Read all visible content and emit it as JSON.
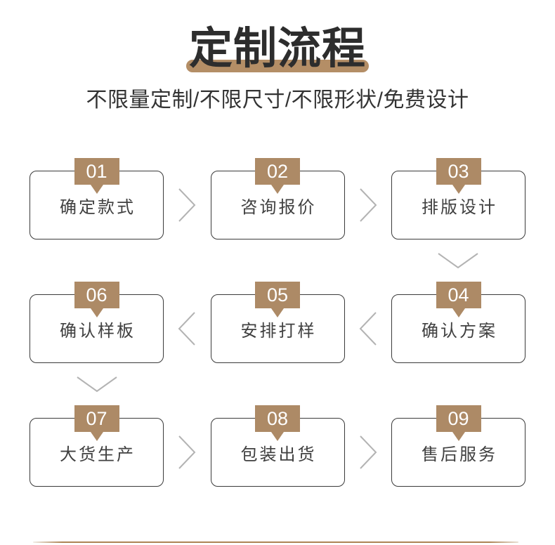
{
  "header": {
    "title": "定制流程",
    "subtitle": "不限量定制/不限尺寸/不限形状/免费设计"
  },
  "colors": {
    "title_text": "#2d2d2d",
    "title_underline": "#b48e66",
    "badge_background": "#ad8a66",
    "badge_text": "#ffffff",
    "card_border": "#3a3a3a",
    "card_text": "#404040",
    "chevron": "#b3b3b3",
    "bottom_divider": "#ad8455"
  },
  "icons": {
    "chevron_right": "›",
    "chevron_left": "‹",
    "chevron_down": "⌄"
  },
  "flow": {
    "rows": [
      {
        "flow_direction": "right",
        "steps": [
          {
            "number": "01",
            "label": "确定款式"
          },
          {
            "number": "02",
            "label": "咨询报价"
          },
          {
            "number": "03",
            "label": "排版设计"
          }
        ]
      },
      {
        "flow_direction": "left",
        "steps": [
          {
            "number": "06",
            "label": "确认样板"
          },
          {
            "number": "05",
            "label": "安排打样"
          },
          {
            "number": "04",
            "label": "确认方案"
          }
        ]
      },
      {
        "flow_direction": "right",
        "steps": [
          {
            "number": "07",
            "label": "大货生产"
          },
          {
            "number": "08",
            "label": "包装出货"
          },
          {
            "number": "09",
            "label": "售后服务"
          }
        ]
      }
    ],
    "connectors": {
      "after_row_1": "down arrow under step 03 (right column)",
      "after_row_2": "down arrow under step 06 (left column)"
    }
  }
}
